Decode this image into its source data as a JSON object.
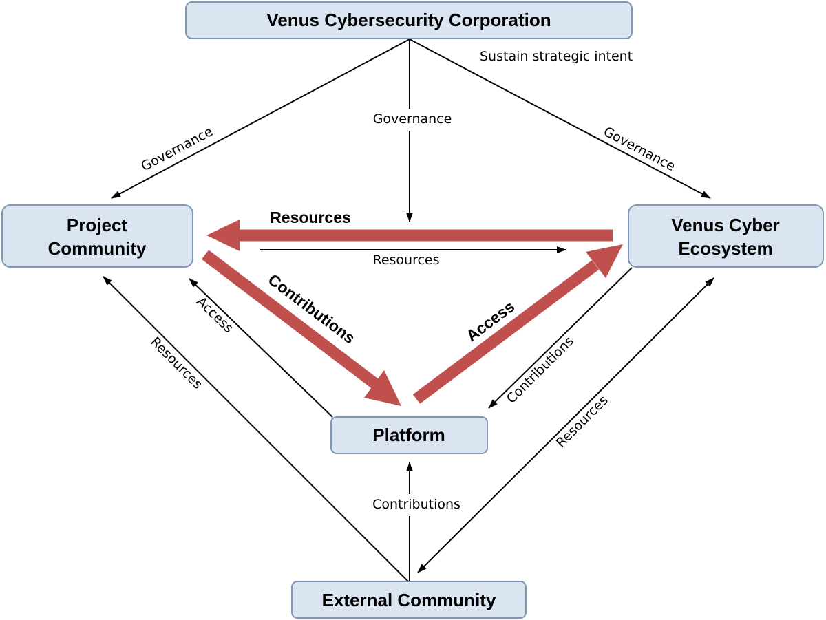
{
  "nodes": {
    "corporation": "Venus Cybersecurity Corporation",
    "project_community": [
      "Project",
      "Community"
    ],
    "ecosystem": [
      "Venus Cyber",
      "Ecosystem"
    ],
    "platform": "Platform",
    "external": "External Community"
  },
  "labels": {
    "sustain": "Sustain strategic intent",
    "gov_left": "Governance",
    "gov_center": "Governance",
    "gov_right": "Governance",
    "resources_bold": "Resources",
    "resources_center": "Resources",
    "contributions_bold": "Contributions",
    "access_bold": "Access",
    "access_left": "Access",
    "resources_left": "Resources",
    "contributions_right": "Contributions",
    "resources_right": "Resources",
    "contributions_bottom": "Contributions"
  },
  "colors": {
    "box_fill": "#dbe5f1",
    "box_stroke": "#7f97b5",
    "thick_arrow": "#c0504d",
    "thin_arrow": "#000000"
  }
}
